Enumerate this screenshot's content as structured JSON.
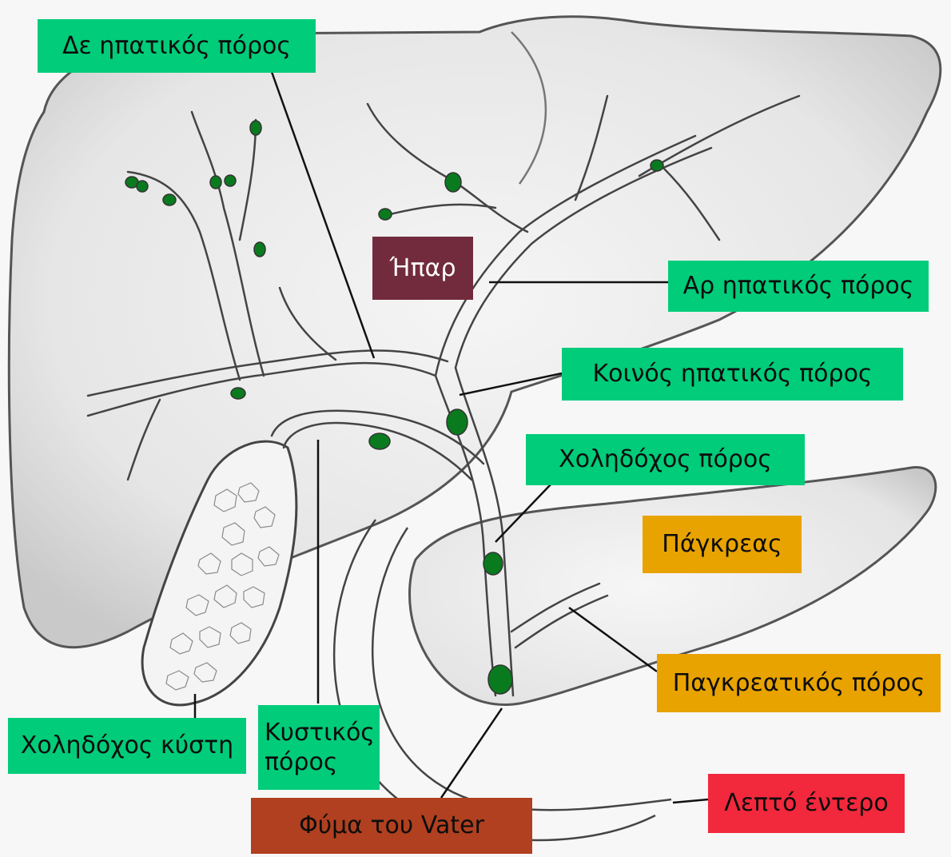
{
  "title": "Χοληφόρα οδοί",
  "colors": {
    "duct_label": "#00cc7a",
    "organ_label_liver": "#722b3d",
    "organ_label_pancreas": "#e8a300",
    "papilla_label": "#b0401f",
    "intestine_label": "#f2283c",
    "stone": "#0a7a1e",
    "outline": "#555555"
  },
  "labels": {
    "left_hepatic_duct": "Δε ηπατικός πόρος",
    "liver": "Ήπαρ",
    "right_hepatic_duct": "Αρ ηπατικός πόρος",
    "common_hepatic_duct": "Κοινός ηπατικός πόρος",
    "common_bile_duct": "Χοληδόχος πόρος",
    "pancreas": "Πάγκρεας",
    "pancreatic_duct": "Παγκρεατικός πόρος",
    "gallbladder": "Χοληδόχος κύστη",
    "cystic_duct": "Κυστικός πόρος",
    "papilla_of_vater": "Φύμα του Vater",
    "small_intestine": "Λεπτό έντερο"
  }
}
